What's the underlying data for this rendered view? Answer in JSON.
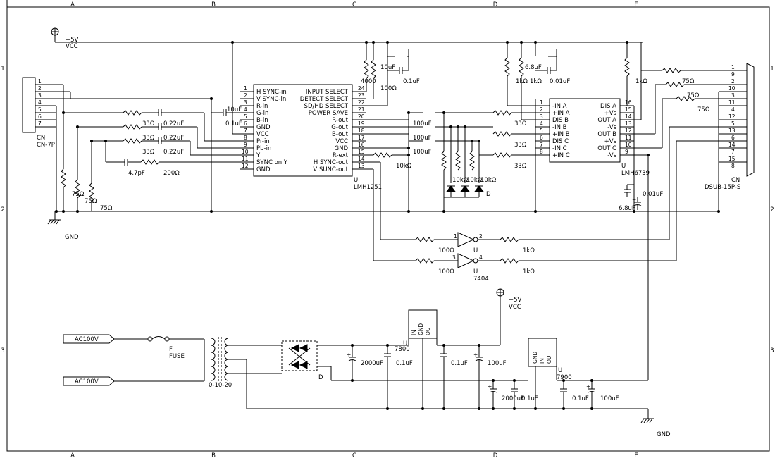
{
  "frame": {
    "cols_top": [
      "A",
      "B",
      "C",
      "D",
      "E"
    ],
    "cols_bottom": [
      "A",
      "B",
      "C",
      "D",
      "E"
    ],
    "rows_left": [
      "1",
      "2",
      "3"
    ],
    "rows_right": [
      "1",
      "2",
      "3"
    ]
  },
  "power": {
    "vcc_top": "+5V",
    "vcc_top_name": "VCC",
    "vcc_mid": "+5V",
    "vcc_mid_name": "VCC",
    "gnd_left": "GND",
    "gnd_right": "GND"
  },
  "cn_left": {
    "name": "CN",
    "part": "CN-7P",
    "pins": [
      "1",
      "2",
      "3",
      "4",
      "5",
      "6",
      "7"
    ],
    "r1": "75Ω",
    "r2": "75Ω",
    "r3": "75Ω"
  },
  "input_net": {
    "r_g": "33Ω",
    "c_g": "0.22uF",
    "r_b": "33Ω",
    "c_b": "0.22uF",
    "r_r": "33Ω",
    "c_r": "0.22uF",
    "c_sync": "4.7pF",
    "r_sync": "200Ω",
    "c_vcc": "10uF",
    "c_vcc2": "0.1uF"
  },
  "u_lmh1251": {
    "ref": "U",
    "part": "LMH1251",
    "left_pins": [
      {
        "n": "1",
        "name": "H SYNC-in"
      },
      {
        "n": "2",
        "name": "V SYNC-in"
      },
      {
        "n": "3",
        "name": "R-in"
      },
      {
        "n": "4",
        "name": "G-in"
      },
      {
        "n": "5",
        "name": "B-in"
      },
      {
        "n": "6",
        "name": "GND"
      },
      {
        "n": "7",
        "name": "VCC"
      },
      {
        "n": "8",
        "name": "Pr-in"
      },
      {
        "n": "9",
        "name": "Pb-in"
      },
      {
        "n": "10",
        "name": "Y"
      },
      {
        "n": "11",
        "name": "SYNC on Y"
      },
      {
        "n": "12",
        "name": "GND"
      }
    ],
    "right_pins": [
      {
        "n": "24",
        "name": "INPUT SELECT"
      },
      {
        "n": "23",
        "name": "DETECT SELECT"
      },
      {
        "n": "22",
        "name": "SD/HD SELECT"
      },
      {
        "n": "21",
        "name": "POWER SAVE"
      },
      {
        "n": "20",
        "name": "R-out"
      },
      {
        "n": "19",
        "name": "G-out"
      },
      {
        "n": "18",
        "name": "B-out"
      },
      {
        "n": "17",
        "name": "VCC"
      },
      {
        "n": "16",
        "name": "GND"
      },
      {
        "n": "15",
        "name": "R-ext"
      },
      {
        "n": "14",
        "name": "H SYNC-out"
      },
      {
        "n": "13",
        "name": "V SUNC-out"
      }
    ]
  },
  "mid_net": {
    "r_4000": "4000",
    "r_100": "100Ω",
    "c_10u": "10uF",
    "c_01u": "0.1uF",
    "c_out1": "100uF",
    "c_out2": "100uF",
    "c_out3": "100uF",
    "r_ext": "10kΩ",
    "r_d1": "10kΩ",
    "r_d2": "10kΩ",
    "r_d3": "10kΩ",
    "diode_ref": "D",
    "r_a": "33Ω",
    "r_b": "33Ω",
    "r_c": "33Ω",
    "r_1k_1": "1kΩ",
    "r_1k_2": "1kΩ",
    "r_1k_3": "1kΩ",
    "c_68u": "6.8uF",
    "c_001u": "0.01uF"
  },
  "u_lmh6739": {
    "ref": "U",
    "part": "LMH6739",
    "left_pins": [
      {
        "n": "1",
        "name": "-IN A"
      },
      {
        "n": "2",
        "name": "+IN A"
      },
      {
        "n": "3",
        "name": "DIS B"
      },
      {
        "n": "4",
        "name": "-IN B"
      },
      {
        "n": "5",
        "name": "+IN B"
      },
      {
        "n": "6",
        "name": "DIS C"
      },
      {
        "n": "7",
        "name": "-IN C"
      },
      {
        "n": "8",
        "name": "+IN C"
      }
    ],
    "right_pins": [
      {
        "n": "16",
        "name": "DIS A"
      },
      {
        "n": "15",
        "name": "+Vs"
      },
      {
        "n": "14",
        "name": "OUT A"
      },
      {
        "n": "13",
        "name": "-Vs"
      },
      {
        "n": "12",
        "name": "OUT B"
      },
      {
        "n": "11",
        "name": "+Vs"
      },
      {
        "n": "10",
        "name": "OUT C"
      },
      {
        "n": "9",
        "name": "-Vs"
      }
    ],
    "c_dec1": "0.01uF",
    "c_dec2": "6.8uF"
  },
  "out_net": {
    "r1": "75Ω",
    "r2": "75Ω",
    "r3": "75Ω"
  },
  "dsub": {
    "name": "CN",
    "part": "DSUB-15P-S",
    "pins": [
      "1",
      "9",
      "2",
      "10",
      "3",
      "11",
      "4",
      "12",
      "5",
      "13",
      "6",
      "14",
      "7",
      "15",
      "8"
    ]
  },
  "sync_buf": {
    "r_in1": "100Ω",
    "r_in2": "100Ω",
    "r_out1": "1kΩ",
    "r_out2": "1kΩ",
    "g1_in": "1",
    "g1_out": "2",
    "g2_in": "3",
    "g2_out": "4",
    "ref1": "U",
    "ref2": "U",
    "part": "7404"
  },
  "psu": {
    "ac1": "AC100V",
    "ac2": "AC100V",
    "fuse_ref": "F",
    "fuse": "FUSE",
    "trans": "0-10-20",
    "bridge": "D",
    "c_2000_top": "2000uF",
    "c_01_top": "0.1uF",
    "reg1_ref": "U",
    "reg1": "7800",
    "reg1_pins": [
      "IN",
      "GND",
      "OUT"
    ],
    "c_01_out": "0.1uF",
    "c_100_out": "100uF",
    "reg2_ref": "U",
    "reg2": "7900",
    "reg2_pins": [
      "GND",
      "IN",
      "OUT"
    ],
    "c_2000_bot": "2000uF",
    "c_01_bot": "0.1uF",
    "c_01_bot2": "0.1uF",
    "c_100_bot": "100uF"
  }
}
